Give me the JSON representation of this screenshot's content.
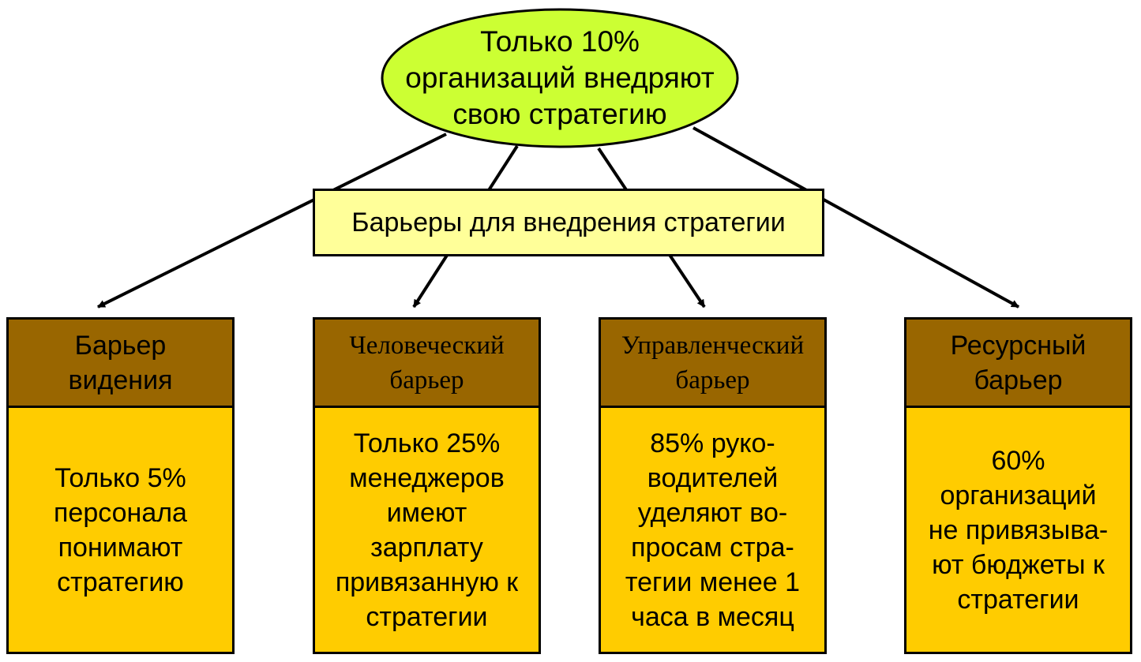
{
  "top": {
    "text": "Только 10%\nорганизаций внедряют\nсвою стратегию"
  },
  "center": {
    "text": "Барьеры для внедрения стратегии"
  },
  "barriers": [
    {
      "title": "Барьер\nвидения",
      "body": "Только 5%\nперсонала\nпонимают\nстратегию"
    },
    {
      "title": "Человеческий\nбарьер",
      "body": "Только 25%\nменеджеров\nимеют\nзарплату\nпривязанную к\nстратегии"
    },
    {
      "title": "Управленческий\nбарьер",
      "body": "85% руко-\nводителей\nуделяют во-\nпросам стра-\nтегии менее 1\nчаса в месяц"
    },
    {
      "title": "Ресурсный\nбарьер",
      "body": "60%\nорганизаций\nне привязыва-\nют бюджеты к\nстратегии"
    }
  ],
  "colors": {
    "ellipse": "#ccff33",
    "center_box": "#ffff99",
    "barrier_head": "#996600",
    "barrier_body": "#ffcc00"
  }
}
